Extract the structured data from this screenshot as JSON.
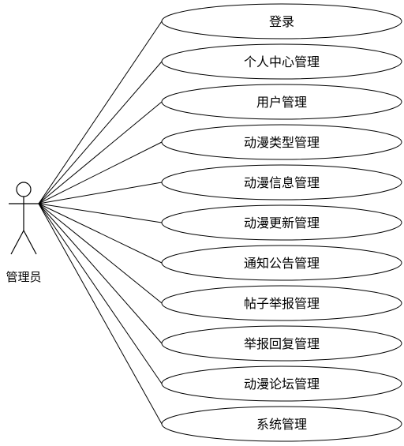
{
  "actor": {
    "label": "管理员"
  },
  "use_cases": [
    {
      "label": "登录"
    },
    {
      "label": "个人中心管理"
    },
    {
      "label": "用户管理"
    },
    {
      "label": "动漫类型管理"
    },
    {
      "label": "动漫信息管理"
    },
    {
      "label": "动漫更新管理"
    },
    {
      "label": "通知公告管理"
    },
    {
      "label": "帖子举报管理"
    },
    {
      "label": "举报回复管理"
    },
    {
      "label": "动漫论坛管理"
    },
    {
      "label": "系统管理"
    }
  ]
}
